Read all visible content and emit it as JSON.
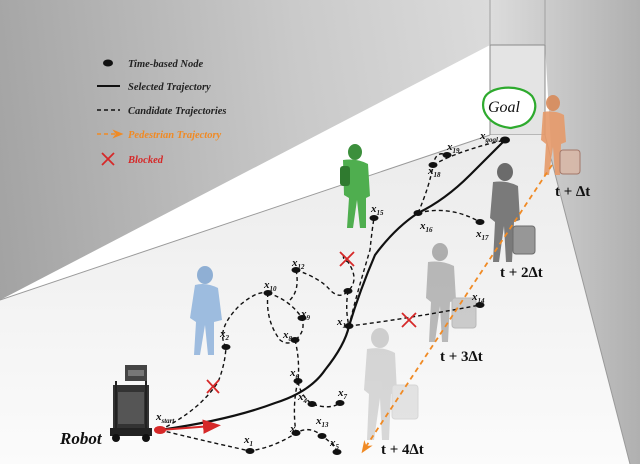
{
  "legend": {
    "node": "Time-based Node",
    "selected": "Selected Trajectory",
    "candidate": "Candidate Trajectories",
    "pedestrian": "Pedestrian Trajectory",
    "blocked": "Blocked"
  },
  "goal_label": "Goal",
  "robot_label": "Robot",
  "time_labels": [
    "t + ∆t",
    "t + 2∆t",
    "t + 3∆t",
    "t + 4∆t"
  ],
  "nodes": {
    "start": {
      "base": "x",
      "sub": "start"
    },
    "goal": {
      "base": "x",
      "sub": "goal"
    },
    "n1": {
      "base": "x",
      "sub": "1"
    },
    "n2": {
      "base": "x",
      "sub": "2"
    },
    "n3": {
      "base": "x",
      "sub": "3"
    },
    "n4": {
      "base": "x",
      "sub": "4"
    },
    "n5": {
      "base": "x",
      "sub": "5"
    },
    "n6": {
      "base": "x",
      "sub": "6"
    },
    "n7": {
      "base": "x",
      "sub": "7"
    },
    "n8": {
      "base": "x",
      "sub": "8"
    },
    "n9": {
      "base": "x",
      "sub": "9"
    },
    "n10": {
      "base": "x",
      "sub": "10"
    },
    "n11": {
      "base": "x",
      "sub": "11"
    },
    "n12": {
      "base": "x",
      "sub": "12"
    },
    "n13": {
      "base": "x",
      "sub": "13"
    },
    "n14": {
      "base": "x",
      "sub": "14"
    },
    "n15": {
      "base": "x",
      "sub": "15"
    },
    "n16": {
      "base": "x",
      "sub": "16"
    },
    "n17": {
      "base": "x",
      "sub": "17"
    },
    "n18": {
      "base": "x",
      "sub": "18"
    },
    "n19": {
      "base": "x",
      "sub": "19"
    }
  },
  "colors": {
    "selected": "#111111",
    "pedestrian": "#f08a24",
    "blocked": "#d62828",
    "goal": "#2eaa2e",
    "wall": "#b8b8b8",
    "floor": "#f2f2f2"
  }
}
